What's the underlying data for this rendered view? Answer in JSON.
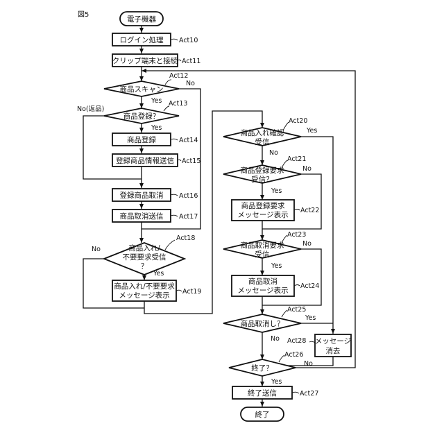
{
  "figure_label": "図5",
  "nodes": {
    "start": "電子機器",
    "login": "ログイン処理",
    "clip": "クリップ端末と接続",
    "scan": "商品スキャン",
    "register_q": "商品登録？",
    "register": "商品登録",
    "send_reg": "登録商品情報送信",
    "cancel_reg": "登録商品取消",
    "send_cancel": "商品取消送信",
    "insert_q": [
      "商品入れ/",
      "不要要求受信",
      "？"
    ],
    "insert_disp": [
      "商品入れ/不要要求",
      "メッセージ表示"
    ],
    "insert_confirm": [
      "商品入れ確認",
      "受信"
    ],
    "reg_req": [
      "商品登録要求",
      "受信？"
    ],
    "reg_msg": [
      "商品登録要求",
      "メッセージ表示"
    ],
    "cancel_req": [
      "商品取消要求",
      "受信"
    ],
    "cancel_msg": [
      "商品取消",
      "メッセージ表示"
    ],
    "cancel_q": "商品取消し？",
    "msg_clear": [
      "メッセージ",
      "消去"
    ],
    "end_q": "終了？",
    "send_end": "終了送信",
    "end": "終了"
  },
  "acts": {
    "a10": "Act10",
    "a11": "Act11",
    "a12": "Act12",
    "a13": "Act13",
    "a14": "Act14",
    "a15": "Act15",
    "a16": "Act16",
    "a17": "Act17",
    "a18": "Act18",
    "a19": "Act19",
    "a20": "Act20",
    "a21": "Act21",
    "a22": "Act22",
    "a23": "Act23",
    "a24": "Act24",
    "a25": "Act25",
    "a26": "Act26",
    "a27": "Act27",
    "a28": "Act28"
  },
  "branches": {
    "yes": "Yes",
    "no": "No",
    "no_return": "No(返品)"
  }
}
